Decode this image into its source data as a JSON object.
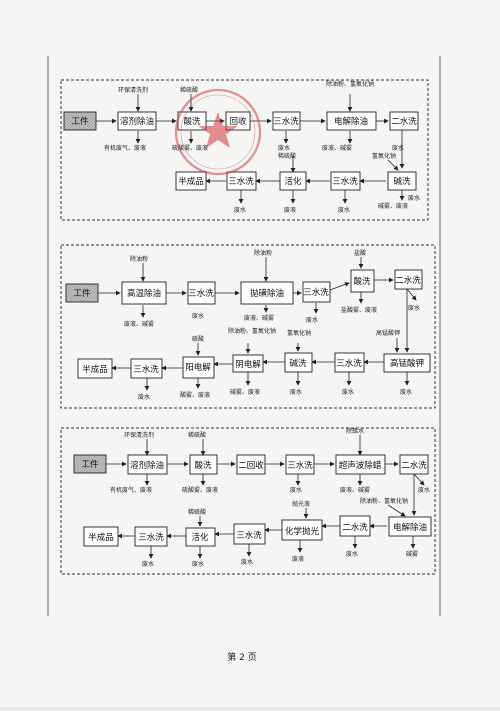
{
  "page_number": "第 2 页",
  "diagram1": {
    "nodes": {
      "workpiece": "工件",
      "solvent_degrease": "溶剂除油",
      "acid_wash": "酸洗",
      "recovery": "回收",
      "triple_rinse_1": "三水洗",
      "electro_degrease": "电解除油",
      "double_rinse": "二水洗",
      "alkali_wash": "碱洗",
      "triple_rinse_2": "三水洗",
      "activation": "活化",
      "triple_rinse_3": "三水洗",
      "semi_product": "半成品"
    },
    "labels": {
      "eco_cleaner": "环保清洗剂",
      "dilute_sulfuric": "稀硫酸",
      "degrease_powder": "除油粉、氢氧化钠",
      "organic_waste": "有机废气、废液",
      "sulfuric_mist": "硫酸雾、废液",
      "waste_water_1": "废水",
      "waste_liquid_alkali_mist": "废液、碱雾",
      "waste_water_2": "废水",
      "sodium_hydroxide": "氢氧化钠",
      "dilute_sulfuric_2": "稀硫酸",
      "waste_water_3": "废水",
      "waste_liquid_1": "废液",
      "waste_water_4": "废水",
      "alkali_mist_waste": "碱雾、废液",
      "waste_water_5": "废水"
    }
  },
  "diagram2": {
    "nodes": {
      "workpiece": "工件",
      "high_temp_degrease": "高温除油",
      "triple_rinse_1": "三水洗",
      "ultrasonic_degrease": "拋磺除油",
      "triple_rinse_2": "三水洗",
      "acid_wash": "酸洗",
      "double_rinse": "二水洗",
      "permanganate": "高锰酸钾",
      "triple_rinse_3": "三水洗",
      "alkali_wash": "碱洗",
      "cathode_electrolysis": "阴电解",
      "anode_electrolysis": "阳电解",
      "triple_rinse_4": "三水洗",
      "semi_product": "半成品"
    },
    "labels": {
      "degrease_powder_1": "除油粉",
      "degrease_powder_2": "除油粉",
      "hydrochloric": "盐酸",
      "waste_liquid_mist_1": "废液、碱雾",
      "waste_water_1": "废水",
      "waste_liquid_mist_2": "废液、碱雾",
      "waste_water_2": "废水",
      "hcl_mist": "盐酸雾、废液",
      "waste_water_3": "废水",
      "sulfuric": "硫酸",
      "degrease_naoh": "除油粉、氢氧化钠",
      "sodium_hydroxide": "氢氧化钠",
      "high_mn_acid": "高锰酸钾",
      "acid_mist_liquid": "酸雾、废液",
      "alkali_mist_liquid": "碱雾、废液",
      "waste_water_4": "废水",
      "waste_water_5": "废水",
      "waste_water_6": "废水",
      "waste_water_7": "废水"
    }
  },
  "diagram3": {
    "nodes": {
      "workpiece": "工件",
      "solvent_degrease": "溶剂除油",
      "acid_wash": "酸洗",
      "recovery": "二回收",
      "triple_rinse_1": "三水洗",
      "ultrasonic_wax": "超声波除蜡",
      "double_rinse_1": "二水洗",
      "electro_degrease": "电解除油",
      "double_rinse_2": "二水洗",
      "chem_polish": "化学抛光",
      "triple_rinse_2": "三水洗",
      "activation": "活化",
      "triple_rinse_3": "三水洗",
      "semi_product": "半成品"
    },
    "labels": {
      "eco_cleaner": "环保清洗剂",
      "dilute_sulfuric": "稀硫酸",
      "wax_remover": "除蜡水",
      "organic_waste": "有机废气、废液",
      "sulfuric_mist": "硫酸雾、废液",
      "waste_water_1": "废水",
      "waste_liquid_mist": "废液、碱雾",
      "waste_water_2": "废水",
      "degrease_naoh": "除油粉、氢氧化钠",
      "polish_liquid": "抛光液",
      "dilute_sulfuric_2": "稀硫酸",
      "waste_liquid_1": "废液",
      "waste_water_3": "废水",
      "waste_water_4": "废水",
      "alkali_mist": "碱雾",
      "waste_water_5": "废水",
      "waste_water_6": "废水"
    }
  }
}
